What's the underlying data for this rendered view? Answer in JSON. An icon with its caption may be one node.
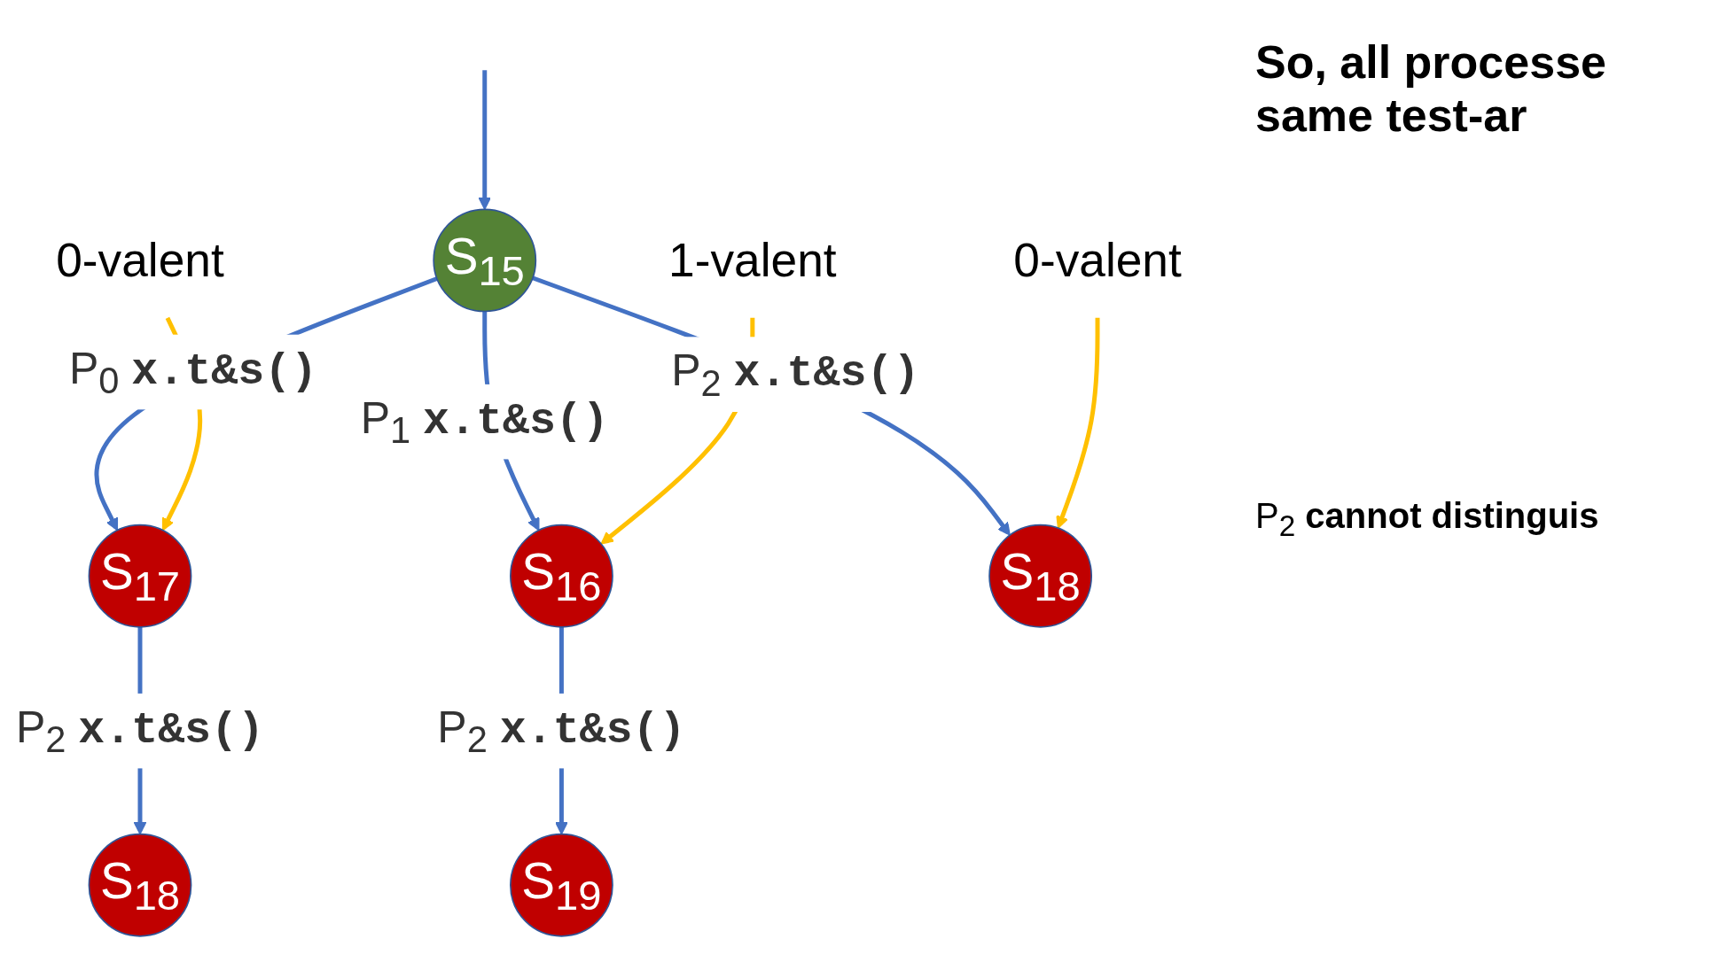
{
  "diagram": {
    "title": "So, all processe same test-ar",
    "nodes": [
      {
        "text": [
          "S$_{15}$"
        ]
      },
      {
        "text": [
          "S$_{17}$"
        ]
      },
      {
        "text": [
          "S$_{16}$"
        ]
      },
      {
        "text": [
          "S$_{18}$"
        ]
      },
      {
        "text": [
          "S$_{18}$"
        ]
      },
      {
        "text": [
          "S$_{19}$"
        ]
      },
      {
        "text": [
          "0-valent"
        ]
      },
      {
        "text": [
          "1-valent"
        ]
      },
      {
        "text": [
          "0-valent"
        ]
      }
    ],
    "edges": [
      {
        "from": null,
        "to": 0,
        "arrow": "to"
      },
      {
        "from": 0,
        "to": 1,
        "arrow": "to",
        "label": "P$_{0}$ **x.t&s()**"
      },
      {
        "from": 0,
        "to": 2,
        "arrow": "to",
        "label": "P$_{1}$ **x.t&s()**"
      },
      {
        "from": 0,
        "to": 3,
        "arrow": "to",
        "label": "P$_{2}$ **x.t&s()**"
      },
      {
        "from": 1,
        "to": 4,
        "arrow": "to",
        "label": "P$_{2}$ **x.t&s()**"
      },
      {
        "from": 2,
        "to": 5,
        "arrow": "to",
        "label": "P$_{2}$ **x.t&s()**"
      },
      {
        "from": 6,
        "to": 1,
        "arrow": "to",
        "color": "#ffc000"
      },
      {
        "from": 7,
        "to": 2,
        "arrow": "to",
        "color": "#ffc000"
      },
      {
        "from": 8,
        "to": 3,
        "arrow": "to",
        "color": "#ffc000"
      }
    ],
    "labels": [
      "P$_{2}$ **cannot distinguis**"
    ]
  }
}
